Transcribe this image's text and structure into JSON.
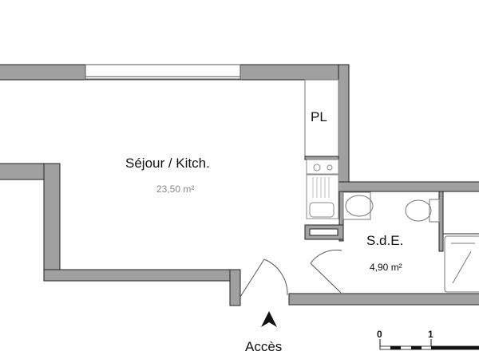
{
  "rooms": [
    {
      "name": "Séjour / Kitch.",
      "area": "23,50 m²"
    },
    {
      "name": "S.d.E.",
      "area": "4,90 m²"
    },
    {
      "name": "PL"
    }
  ],
  "entrance": {
    "label": "Accès",
    "icon": "north-arrow-icon"
  },
  "scale": {
    "labels": [
      "0",
      "1"
    ]
  },
  "colors": {
    "wall": "#a0a0a0",
    "outline": "#222222"
  }
}
